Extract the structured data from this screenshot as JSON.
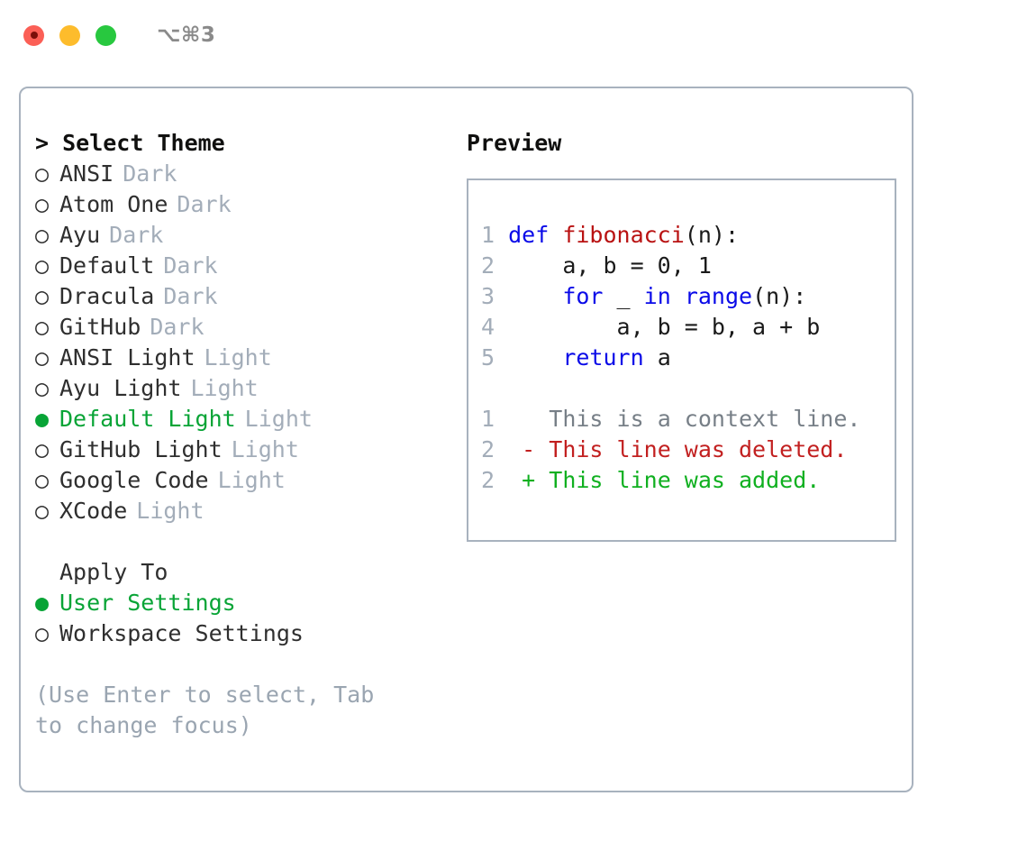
{
  "titlebar": {
    "shortcut": "⌥⌘3",
    "buttons": [
      {
        "name": "close",
        "color": "#fb5f56"
      },
      {
        "name": "minimize",
        "color": "#fdbc2c"
      },
      {
        "name": "maximize",
        "color": "#28c83f"
      }
    ]
  },
  "colors": {
    "selected_green": "#08a436",
    "tag_gray": "#a3adb9",
    "hint_gray": "#9aa5b1",
    "border": "#a8b2be",
    "keyword_blue": "#0a0ae8",
    "function_red": "#b91212",
    "diff_delete": "#c22020",
    "diff_add": "#10b020",
    "diff_context": "#777f87"
  },
  "theme_list": {
    "header": "> Select Theme",
    "items": [
      {
        "bullet": "○",
        "label": "ANSI",
        "tag": "Dark",
        "selected": false
      },
      {
        "bullet": "○",
        "label": "Atom One",
        "tag": "Dark",
        "selected": false
      },
      {
        "bullet": "○",
        "label": "Ayu",
        "tag": "Dark",
        "selected": false
      },
      {
        "bullet": "○",
        "label": "Default",
        "tag": "Dark",
        "selected": false
      },
      {
        "bullet": "○",
        "label": "Dracula",
        "tag": "Dark",
        "selected": false
      },
      {
        "bullet": "○",
        "label": "GitHub",
        "tag": "Dark",
        "selected": false
      },
      {
        "bullet": "○",
        "label": "ANSI Light",
        "tag": "Light",
        "selected": false
      },
      {
        "bullet": "○",
        "label": "Ayu Light",
        "tag": "Light",
        "selected": false
      },
      {
        "bullet": "●",
        "label": "Default Light",
        "tag": "Light",
        "selected": true
      },
      {
        "bullet": "○",
        "label": "GitHub Light",
        "tag": "Light",
        "selected": false
      },
      {
        "bullet": "○",
        "label": "Google Code",
        "tag": "Light",
        "selected": false
      },
      {
        "bullet": "○",
        "label": "XCode",
        "tag": "Light",
        "selected": false
      }
    ]
  },
  "apply_to": {
    "label": "Apply To",
    "items": [
      {
        "bullet": "●",
        "label": "User Settings",
        "selected": true
      },
      {
        "bullet": "○",
        "label": "Workspace Settings",
        "selected": false
      }
    ]
  },
  "hint": "(Use Enter to select, Tab to change focus)",
  "preview": {
    "title": "Preview",
    "code_lines": [
      {
        "number": "1",
        "tokens": [
          {
            "text": "def ",
            "type": "keyword"
          },
          {
            "text": "fibonacci",
            "type": "function"
          },
          {
            "text": "(n):",
            "type": "plain"
          }
        ]
      },
      {
        "number": "2",
        "tokens": [
          {
            "text": "    a, b = 0, 1",
            "type": "plain"
          }
        ]
      },
      {
        "number": "3",
        "tokens": [
          {
            "text": "    ",
            "type": "plain"
          },
          {
            "text": "for",
            "type": "keyword"
          },
          {
            "text": " _ ",
            "type": "plain"
          },
          {
            "text": "in",
            "type": "keyword"
          },
          {
            "text": " ",
            "type": "plain"
          },
          {
            "text": "range",
            "type": "keyword"
          },
          {
            "text": "(n):",
            "type": "plain"
          }
        ]
      },
      {
        "number": "4",
        "tokens": [
          {
            "text": "        a, b = b, a + b",
            "type": "plain"
          }
        ]
      },
      {
        "number": "5",
        "tokens": [
          {
            "text": "    ",
            "type": "plain"
          },
          {
            "text": "return",
            "type": "keyword"
          },
          {
            "text": " a",
            "type": "plain"
          }
        ]
      }
    ],
    "diff_lines": [
      {
        "number": "1",
        "marker": " ",
        "text": "This is a context line.",
        "type": "context"
      },
      {
        "number": "2",
        "marker": "-",
        "text": "This line was deleted.",
        "type": "delete"
      },
      {
        "number": "2",
        "marker": "+",
        "text": "This line was added.",
        "type": "add"
      }
    ]
  }
}
